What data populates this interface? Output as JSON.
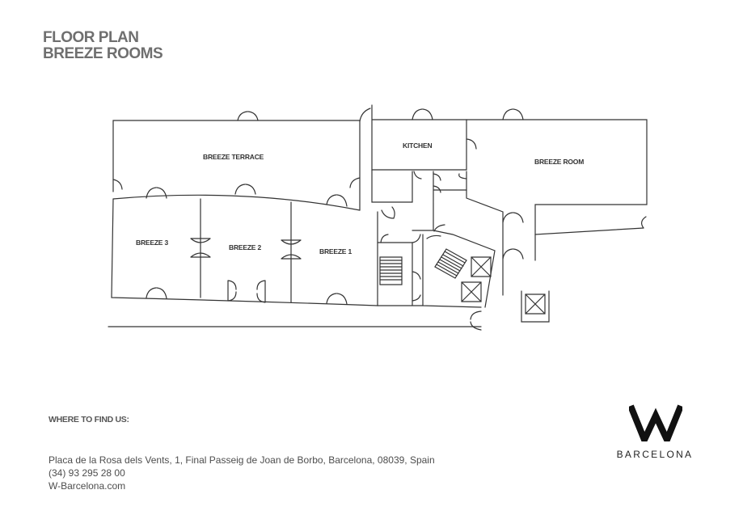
{
  "header": {
    "title_line1": "FLOOR PLAN",
    "title_line2": "BREEZE ROOMS"
  },
  "plan": {
    "rooms": {
      "breeze_terrace": "BREEZE TERRACE",
      "kitchen": "KITCHEN",
      "breeze_room": "BREEZE ROOM",
      "breeze_3": "BREEZE 3",
      "breeze_2": "BREEZE 2",
      "breeze_1": "BREEZE 1"
    }
  },
  "footer": {
    "where_label": "WHERE TO FIND US:",
    "address": "Placa de la Rosa dels Vents, 1, Final Passeig de Joan de Borbo, Barcelona, 08039, Spain",
    "phone": "(34) 93 295 28 00",
    "website": "W-Barcelona.com"
  },
  "brand": {
    "mark": "W",
    "city": "BARCELONA"
  },
  "colors": {
    "line": "#333333",
    "title": "#6f6f6f",
    "text": "#4d4d4d"
  }
}
